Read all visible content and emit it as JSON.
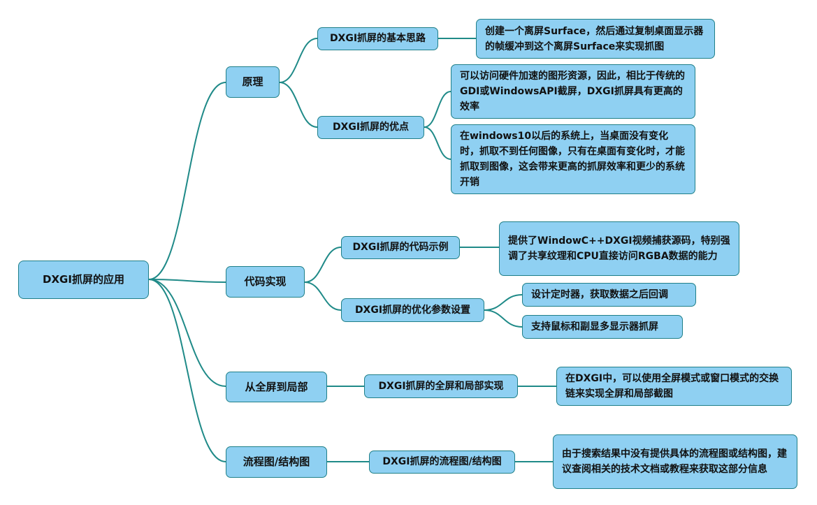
{
  "root": "DXGI抓屏的应用",
  "branches": {
    "principle": {
      "label": "原理",
      "basic_idea": {
        "label": "DXGI抓屏的基本思路",
        "detail": "创建一个离屏Surface，然后通过复制桌面显示器的帧缓冲到这个离屏Surface来实现抓图"
      },
      "advantages": {
        "label": "DXGI抓屏的优点",
        "detail_1": "可以访问硬件加速的图形资源，因此，相比于传统的GDI或WindowsAPI截屏，DXGI抓屏具有更高的效率",
        "detail_2": "在windows10以后的系统上，当桌面没有变化时，抓取不到任何图像，只有在桌面有变化时，才能抓取到图像，这会带来更高的抓屏效率和更少的系统开销"
      }
    },
    "code": {
      "label": "代码实现",
      "example": {
        "label": "DXGI抓屏的代码示例",
        "detail": "提供了WindowC++DXGI视频捕获源码，特别强调了共享纹理和CPU直接访问RGBA数据的能力"
      },
      "optimization": {
        "label": "DXGI抓屏的优化参数设置",
        "detail_1": "设计定时器，获取数据之后回调",
        "detail_2": "支持鼠标和副显多显示器抓屏"
      }
    },
    "fullscreen": {
      "label": "从全屏到局部",
      "impl": {
        "label": "DXGI抓屏的全屏和局部实现",
        "detail": "在DXGI中，可以使用全屏模式或窗口模式的交换链来实现全屏和局部截图"
      }
    },
    "flowchart": {
      "label": "流程图/结构图",
      "chart": {
        "label": "DXGI抓屏的流程图/结构图",
        "detail": "由于搜索结果中没有提供具体的流程图或结构图，建议查阅相关的技术文档或教程来获取这部分信息"
      }
    }
  },
  "colors": {
    "node_fill": "#8fd0f2",
    "node_border": "#1f7f88",
    "connector": "#1f8a88"
  }
}
